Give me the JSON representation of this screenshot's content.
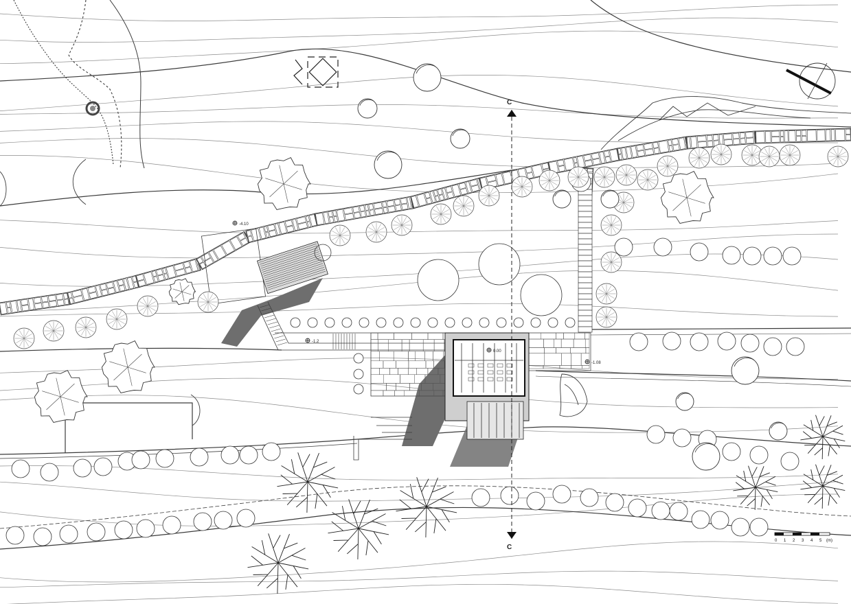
{
  "drawing": {
    "colors": {
      "line": "#3a3a3a",
      "contour": "#8a8a8a",
      "shadow": "#6e6e6e",
      "paper": "#ffffff"
    },
    "level_markers": {
      "upper_wall": "-4.10",
      "walkway": "-1.2",
      "pavilion": "0.00",
      "east_terrace": "-1.08"
    },
    "section_cut": {
      "marker_top": "C",
      "marker_bottom": "C"
    },
    "scale_bar": {
      "ticks": [
        "0",
        "1",
        "2",
        "3",
        "4",
        "5"
      ],
      "unit": "(m)"
    },
    "north_arrow_icon": "north-arrow-icon",
    "tree_icons": [
      "tree-canopy-icon",
      "tree-branch-icon",
      "shrub-icon"
    ]
  }
}
